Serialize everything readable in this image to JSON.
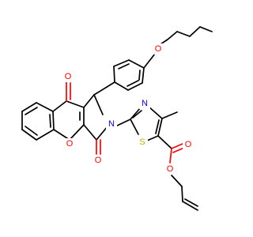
{
  "molecule": {
    "atoms": {
      "o_butoxy": {
        "symbol": "O",
        "color": "#ff0000"
      },
      "o_ketone": {
        "symbol": "O",
        "color": "#ff0000"
      },
      "o_lactam": {
        "symbol": "O",
        "color": "#ff0000"
      },
      "o_chromene": {
        "symbol": "O",
        "color": "#ff0000"
      },
      "n_pyrrole": {
        "symbol": "N",
        "color": "#0000ff"
      },
      "n_thiazole": {
        "symbol": "N",
        "color": "#0000ff"
      },
      "s_thiazole": {
        "symbol": "S",
        "color": "#b2b200"
      },
      "o_ester_carbonyl": {
        "symbol": "O",
        "color": "#ff0000"
      },
      "o_ester": {
        "symbol": "O",
        "color": "#ff0000"
      }
    },
    "colors": {
      "bond": "#000000",
      "background": "#ffffff"
    }
  }
}
